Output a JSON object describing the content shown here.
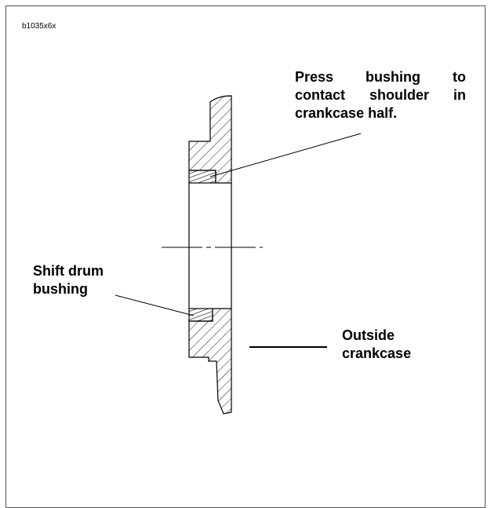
{
  "figure_code": "b1035x6x",
  "labels": {
    "press_bushing": {
      "lines": [
        "Press bushing to",
        "contact shoulder in",
        "crankcase half."
      ]
    },
    "shift_drum_bushing": {
      "lines": [
        "Shift drum",
        "bushing"
      ]
    },
    "outside_crankcase": {
      "lines": [
        "Outside",
        "crankcase"
      ]
    }
  },
  "colors": {
    "line": "#000000",
    "frame": "#555555",
    "background": "#ffffff"
  }
}
